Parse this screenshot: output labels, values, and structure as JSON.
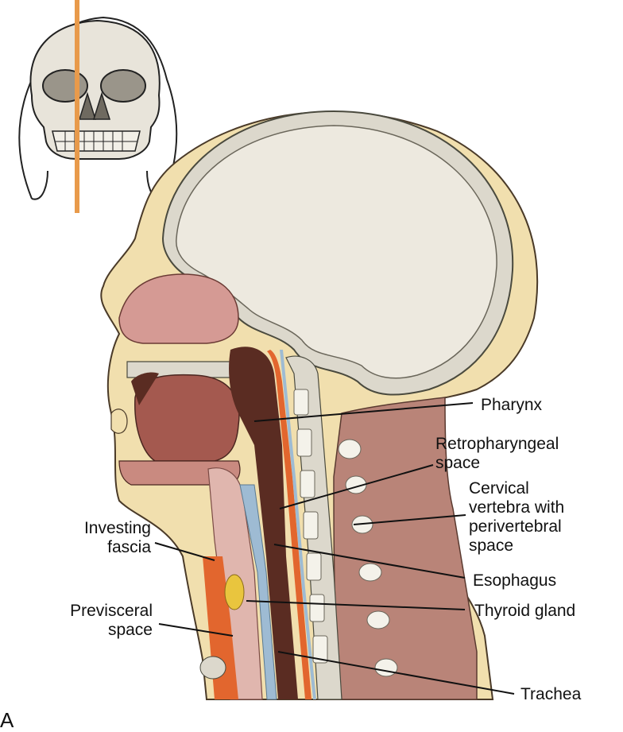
{
  "figure": {
    "panel_letter": "A",
    "labels": [
      {
        "id": "pharynx",
        "text": "Pharynx"
      },
      {
        "id": "retropharyngeal",
        "text": "Retropharyngeal\nspace"
      },
      {
        "id": "cervical",
        "text": "Cervical\nvertebra with\nperivertebral\nspace"
      },
      {
        "id": "esophagus",
        "text": "Esophagus"
      },
      {
        "id": "thyroid",
        "text": "Thyroid gland"
      },
      {
        "id": "trachea",
        "text": "Trachea"
      },
      {
        "id": "investing",
        "text": "Investing\nfascia"
      },
      {
        "id": "previsceral",
        "text": "Previsceral\nspace"
      }
    ]
  },
  "colors": {
    "brain": "#ede9df",
    "bone": "#dcd8cc",
    "skin": "#f1dfae",
    "muscle": "#b98478",
    "tongue": "#a4594f",
    "pharynx_dark": "#5a2c22",
    "fascia_orange": "#e2662e",
    "fascia_blue": "#9ebbd3",
    "thyroid": "#e9c53e",
    "guide_line": "#e89a4b"
  }
}
